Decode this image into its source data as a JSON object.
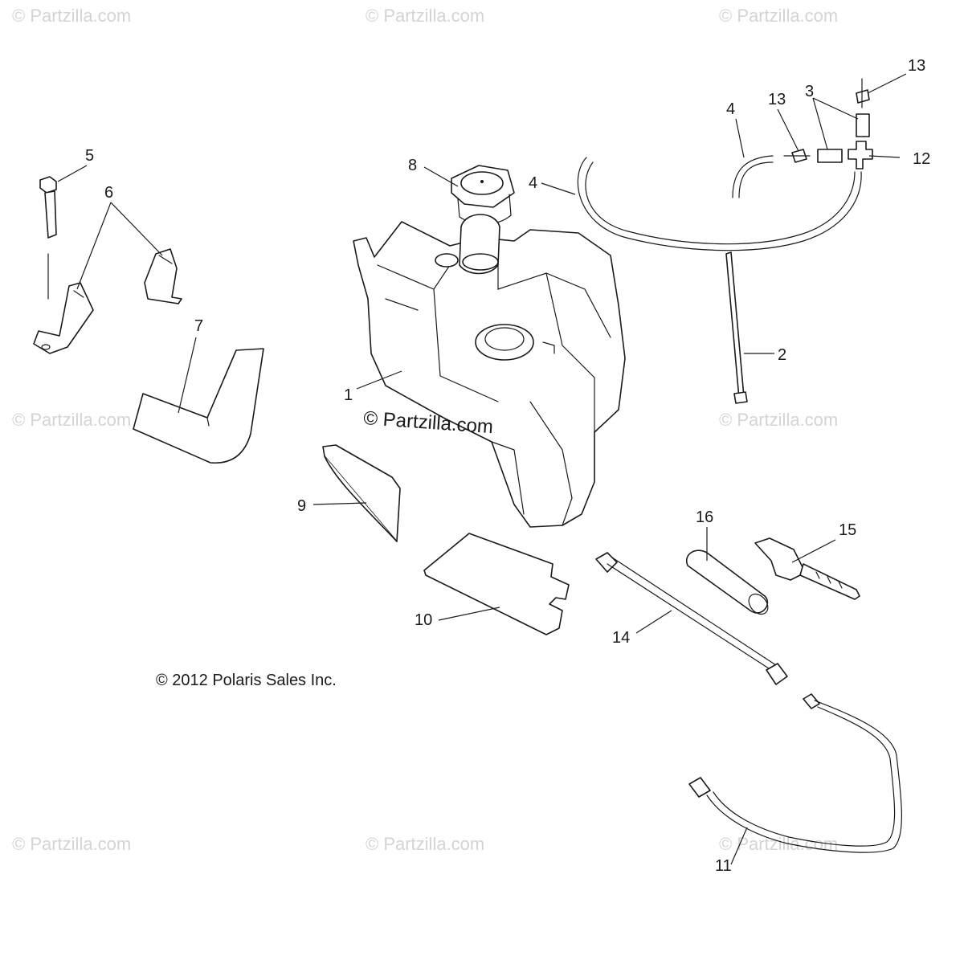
{
  "watermark": "© Partzilla.com",
  "center_watermark": "© Partzilla.com",
  "copyright": "© 2012 Polaris Sales Inc.",
  "callouts": {
    "c1": "1",
    "c2": "2",
    "c3": "3",
    "c4a": "4",
    "c4b": "4",
    "c5": "5",
    "c6": "6",
    "c7": "7",
    "c8": "8",
    "c9": "9",
    "c10": "10",
    "c11": "11",
    "c12": "12",
    "c13a": "13",
    "c13b": "13",
    "c14": "14",
    "c15": "15",
    "c16": "16"
  }
}
